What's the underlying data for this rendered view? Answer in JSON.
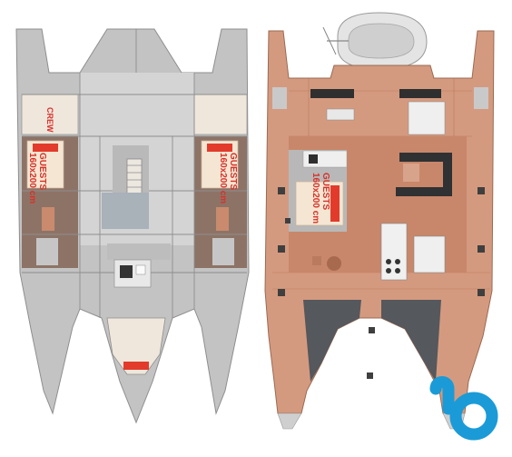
{
  "labels": {
    "crew": "CREW",
    "guests": "GUESTS",
    "berth_size": "160x200 cm"
  },
  "colors": {
    "hull_gray": "#b4b4b4",
    "deck_gray": "#cfcfcf",
    "deck_teak": "#d49a7f",
    "teak_dark": "#b9785c",
    "cabin_floor": "#8b7266",
    "bed_fill": "#f4e6d2",
    "pillow_red": "#e23b2b",
    "label_red": "#d9302a",
    "logo_blue": "#1a9bd7"
  },
  "icons": [
    "dinghy-icon",
    "bed-icon",
    "table-icon",
    "sofa-icon",
    "stove-icon",
    "logo-icon"
  ]
}
